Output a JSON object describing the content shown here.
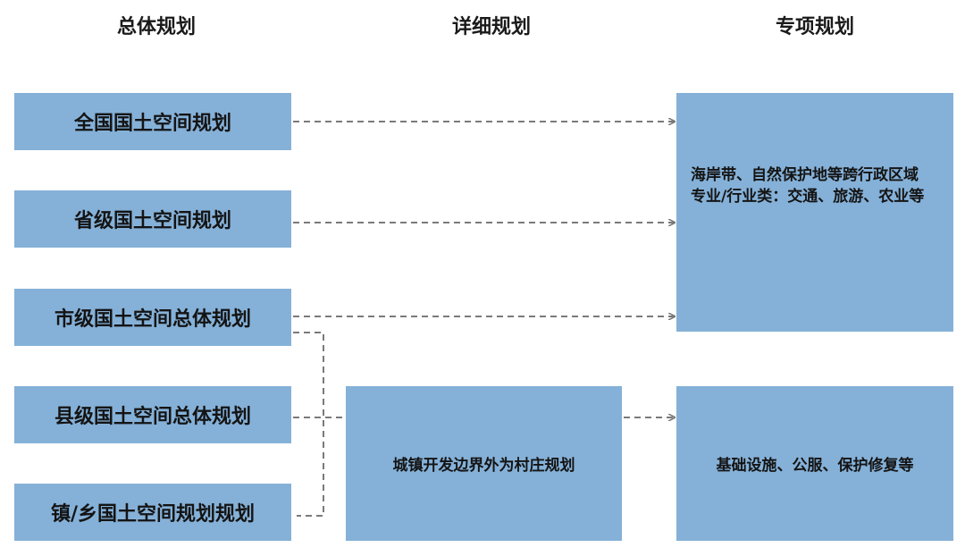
{
  "headers": {
    "overall": "总体规划",
    "detailed": "详细规划",
    "special": "专项规划"
  },
  "overall_plans": [
    "全国国土空间规划",
    "省级国土空间规划",
    "市级国土空间总体规划",
    "县级国土空间总体规划",
    "镇/乡国土空间规划规划"
  ],
  "detailed_plan": "城镇开发边界外为村庄规划",
  "special_plans": {
    "top_line1": "海岸带、自然保护地等跨行政区域",
    "top_line2": "专业/行业类：交通、旅游、农业等",
    "bottom": "基础设施、公服、保护修复等"
  },
  "colors": {
    "box_fill": "#85b1d8",
    "connector": "#7a7a7a"
  }
}
